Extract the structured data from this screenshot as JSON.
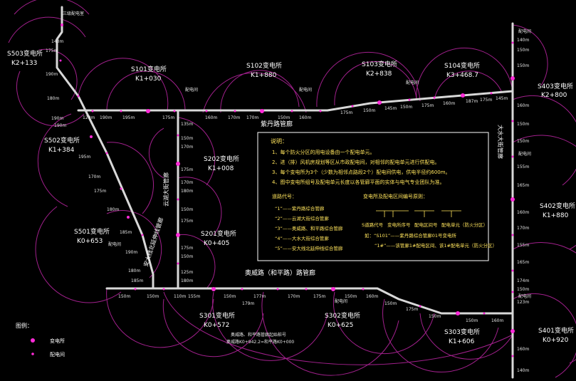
{
  "substations": [
    {
      "id": "S503",
      "name": "S503变电所",
      "chainage": "K2+133"
    },
    {
      "id": "S101",
      "name": "S101变电所",
      "chainage": "K1+030"
    },
    {
      "id": "S102",
      "name": "S102变电所",
      "chainage": "K1+880"
    },
    {
      "id": "S103",
      "name": "S103变电所",
      "chainage": "K2+838"
    },
    {
      "id": "S104",
      "name": "S104变电所",
      "chainage": "K3+468.7"
    },
    {
      "id": "S403",
      "name": "S403变电所",
      "chainage": "K2+800"
    },
    {
      "id": "S502",
      "name": "S502变电所",
      "chainage": "K1+384"
    },
    {
      "id": "S202",
      "name": "S202变电所",
      "chainage": "K1+008"
    },
    {
      "id": "S402",
      "name": "S402变电所",
      "chainage": "K1+880"
    },
    {
      "id": "S501",
      "name": "S501变电所",
      "chainage": "K0+653"
    },
    {
      "id": "S201",
      "name": "S201变电所",
      "chainage": "K0+405"
    },
    {
      "id": "S301",
      "name": "S301变电所",
      "chainage": "K0+572"
    },
    {
      "id": "S302",
      "name": "S302变电所",
      "chainage": "K0+625"
    },
    {
      "id": "S303",
      "name": "S303变电所",
      "chainage": "K1+606"
    },
    {
      "id": "S401",
      "name": "S401变电所",
      "chainage": "K0+920"
    }
  ],
  "corridors": {
    "top": "紫丹路管廊",
    "bottom": "奥威路（和平路）路管廊",
    "right": "大水大街管廊",
    "left": "安大线北延伸线管廊",
    "middle": "云湖大街管廊"
  },
  "notes": {
    "title": "说明：",
    "lines": [
      "1、每个防火分区的用电设备由一个配电单元。",
      "2、进（排）风机房规划等区从市政配电间，对相邻的配电单元进行供配电。",
      "3、每个变电所为3个（少数为相邻点路段2个）配电间供电，供电半径约600m。",
      "4、图中变电所组号及配电单元长度以各管廊平面的实体与电气专业团队为准。"
    ],
    "code_title": "道路代号：",
    "codes": [
      "“1”——紫丹路综合管廊",
      "“2”——云湖大街综合管廊",
      "“3”——奥威路、和平路综合管廊",
      "“4”——大水大街综合管廊",
      "“5”——安大线北延伸线综合管廊"
    ],
    "numbering_title": "变电所及配电区间编号原则：",
    "numbering_labels": [
      "S道路代号",
      "变电所序号",
      "配电区间号",
      "配电单元（防火分区）"
    ],
    "example1": "如：“S101”——紫丹路综合管廊01号变电所",
    "example2": "“1#”——该管廊1#配电区间、该1#配电单元（防火分区）"
  },
  "legend": {
    "title": "图例：",
    "items": [
      "变电所",
      "配电间"
    ]
  },
  "room_label": "配电间",
  "bottom_note_1": "奥威路、和平路管廊起始桩号",
  "bottom_note_2": "奥威路K0+942.2=和平路K0+000",
  "top_left_label": "三级配电室",
  "segment_lengths": {
    "top": [
      "120m",
      "190m",
      "195m",
      "175m",
      "160m",
      "170m",
      "170m",
      "150m",
      "160m",
      "175m",
      "150m",
      "145m",
      "150m",
      "175m",
      "160m",
      "187m",
      "175m",
      "145m"
    ],
    "left": [
      "143m",
      "175m",
      "190m",
      "180m",
      "190m",
      "190m",
      "195m",
      "170m",
      "175m",
      "180m",
      "185m",
      "190m",
      "180m",
      "185m"
    ],
    "middle": [
      "135m",
      "150m",
      "170m",
      "175m",
      "170m",
      "180m",
      "150m",
      "175m",
      "175m",
      "150m",
      "125m",
      "180m"
    ],
    "right": [
      "140m",
      "150m",
      "150m",
      "160m",
      "150m",
      "150m",
      "155m",
      "165m",
      "160m",
      "170m",
      "155m",
      "165m",
      "174m",
      "150m",
      "123m",
      "160m",
      "140m"
    ],
    "bottom": [
      "150m",
      "150m",
      "110m",
      "155m",
      "150m",
      "177m",
      "179m",
      "170m",
      "175m",
      "150m",
      "160m",
      "150m",
      "175m",
      "150m",
      "150m",
      "160m"
    ]
  }
}
